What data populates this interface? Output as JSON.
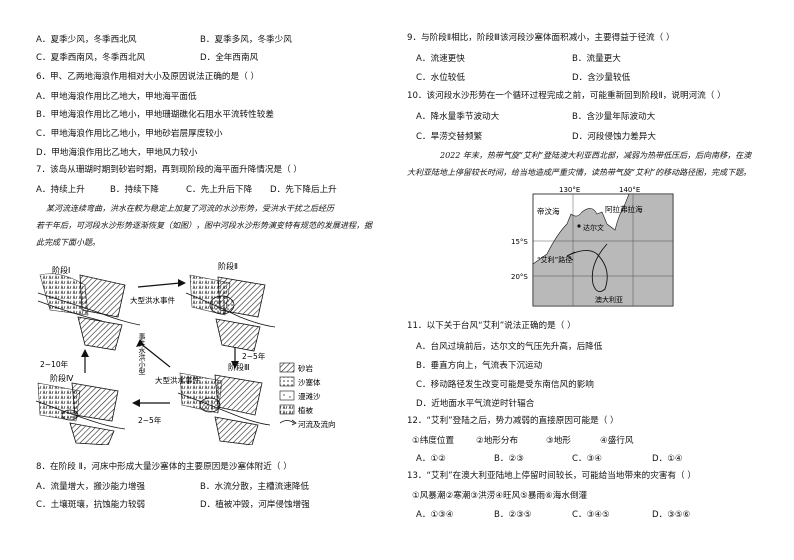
{
  "left": {
    "q5_opts": [
      "A．夏季少风，冬季西北风",
      "B．夏季多风，冬季少风",
      "C．夏季西南风，冬季西北风",
      "D．全年西南风"
    ],
    "q6": {
      "stem": "6．甲、乙两地海浪作用相对大小及原因说法正确的是（    ）",
      "opts": [
        "A．甲地海浪作用比乙地大，甲地海平面低",
        "B．甲地海浪作用比乙地小，甲地珊瑚礁化石阻水平流转性较差",
        "C．甲地海浪作用比乙地小，甲地砂岩层厚度较小",
        "D．甲地海浪作用比乙地大，甲地风力较小"
      ]
    },
    "q7": {
      "stem": "7．该岛从珊瑚时期到砂岩时期，再到现阶段的海平面升降情况是（    ）",
      "opts": [
        "A．持续上升",
        "B．持续下降",
        "C．先上升后下降",
        "D．先下降后上升"
      ]
    },
    "passage": [
      "某河流连续弯曲，洪水在較为稳定上加复了河流的水沙形势，受洪水干扰之后经历",
      "若干年后，可河段水沙形势逐渐恢复（如图），图中河段水沙形势演变特有规范的发展进程，据",
      "此完成下面小题。"
    ],
    "diagram": {
      "stage1": "阶段Ⅰ",
      "stage2": "阶段Ⅱ",
      "stage3": "阶段Ⅲ",
      "stage4": "阶段Ⅳ",
      "flood_top": "大型洪水事件",
      "flood_mid": "大型洪水事件",
      "small_flood": "事件水洪小型",
      "yr1": "2~5年",
      "yr2": "2~5年",
      "yr3": "2~10年",
      "legend": [
        "砂岩",
        "沙塞体",
        "漫滩沙",
        "植被",
        "河流及流向"
      ]
    },
    "q8": {
      "stem": "8．在阶段 Ⅱ，河床中形成大量沙塞体的主要原因是沙塞体附近（    ）",
      "opts": [
        "A．流量增大，搬沙能力增强",
        "B．水流分散，主槽流速降低",
        "C．土壤斑壤，抗蚀能力较弱",
        "D．植被冲毁，河岸侵蚀增强"
      ]
    }
  },
  "right": {
    "q9": {
      "stem": "9．与阶段Ⅱ相比，阶段Ⅲ该河段沙塞体面积减小，主要得益于径流（    ）",
      "opts": [
        "A．流速更快",
        "B．流量更大",
        "C．水位较低",
        "D．含沙量较低"
      ]
    },
    "q10": {
      "stem": "10．该河段水沙形势在一个循环过程完成之前，可能重新回到阶段Ⅱ，说明河流（    ）",
      "opts": [
        "A．降水量季节波动大",
        "B．含沙量年际波动大",
        "C．旱涝交替频繁",
        "D．河段侵蚀力差异大"
      ]
    },
    "passage": [
      "2022 年末，热带气旋“艾利”登陆澳大利亚西北部，减弱为热带低压后，后向南移，在澳",
      "大利亚陆地上停留较长时间，给当地造成严重灾情，读热带气旋“艾利”的移动路径图，完成下题。"
    ],
    "map": {
      "lon1": "130°E",
      "lon2": "140°E",
      "lat1": "15°S",
      "lat2": "20°S",
      "sea1": "帝汶海",
      "sea2": "阿拉弗拉海",
      "city": "达尔文",
      "track": "“艾利”路径",
      "land": "澳大利亚"
    },
    "q11": {
      "stem": "11．以下关于台风“艾利”说法正确的是（    ）",
      "opts": [
        "A．台风过境前后，达尔文的气压先升高，后降低",
        "B．垂直方向上，气流表下沉运动",
        "C．移动路径发生改变可能是受东南信风的影响",
        "D．近地面水平气流逆时针辐合"
      ]
    },
    "q12": {
      "stem": "12．“艾利”登陆之后，势力减弱的直接原因可能是（    ）",
      "items": [
        "①纬度位置",
        "②地形分布",
        "③地形",
        "④盛行风"
      ],
      "opts": [
        "A．①②",
        "B．②③",
        "C．③④",
        "D．①④"
      ]
    },
    "q13": {
      "stem": "13．“艾利”在澳大利亚陆地上停留时间较长，可能给当地带来的灾害有（    ）",
      "items": "①风暴潮②寒潮③洪涝④旺风⑤暴雨⑥海水倒灌",
      "opts": [
        "A．①③④",
        "B．②③⑤",
        "C．③④⑤",
        "D．③⑤⑥"
      ]
    }
  }
}
